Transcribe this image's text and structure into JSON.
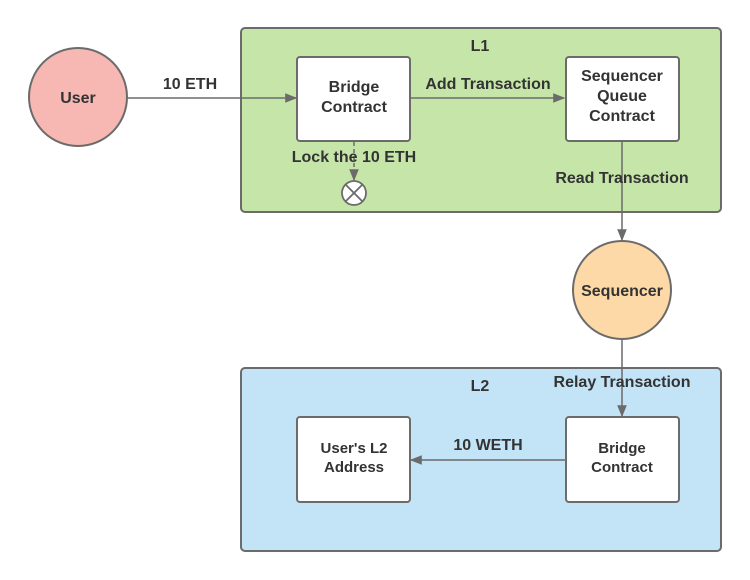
{
  "colors": {
    "l1_fill": "#c6e6a9",
    "l2_fill": "#c3e3f6",
    "user_fill": "#f7b8b4",
    "sequencer_fill": "#fcd9a7",
    "stroke": "#6b6b6b",
    "text": "#333333"
  },
  "nodes": {
    "user": "User",
    "sequencer": "Sequencer",
    "l1_bridge": [
      "Bridge",
      "Contract"
    ],
    "sequencer_queue": [
      "Sequencer",
      "Queue",
      "Contract"
    ],
    "l2_bridge": [
      "Bridge",
      "Contract"
    ],
    "l2_address": [
      "User's L2",
      "Address"
    ]
  },
  "regions": {
    "l1": "L1",
    "l2": "L2"
  },
  "edges": {
    "deposit": "10 ETH",
    "add_transaction": "Add Transaction",
    "lock": "Lock the 10 ETH",
    "read_transaction": "Read Transaction",
    "relay_transaction": "Relay Transaction",
    "mint": "10 WETH"
  },
  "icons": {
    "lock_terminator": "x-circle-icon"
  }
}
